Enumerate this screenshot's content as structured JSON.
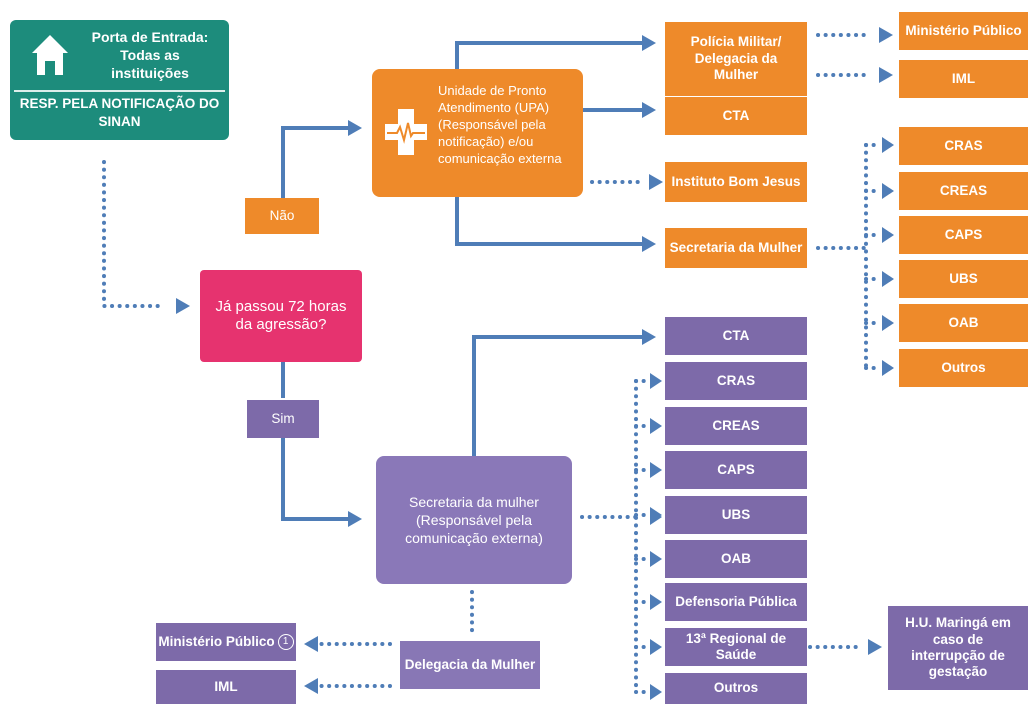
{
  "entry": {
    "title": "Porta de Entrada: Todas as instituições",
    "subtitle": "RESP. PELA NOTIFICAÇÃO DO SINAN",
    "icon": "house-icon"
  },
  "decision": {
    "question": "Já passou 72 horas da agressão?",
    "no_label": "Não",
    "yes_label": "Sim"
  },
  "upa": {
    "text": "Unidade de Pronto Atendimento (UPA) (Responsável pela notificação) e/ou comunicação externa",
    "icon": "hospital-cross-icon"
  },
  "upa_destinations": {
    "policia": "Polícia Militar/ Delegacia  da Mulher",
    "cta": "CTA",
    "instituto": "Instituto Bom Jesus",
    "secretaria": "Secretaria da Mulher"
  },
  "policia_destinations": [
    "Ministério Público",
    "IML"
  ],
  "secretaria_orange_destinations": [
    "CRAS",
    "CREAS",
    "CAPS",
    "UBS",
    "OAB",
    "Outros"
  ],
  "secretaria_mulher": {
    "text": "Secretaria da mulher (Responsável pela comunicação externa)"
  },
  "purple_destinations": [
    "CTA",
    "CRAS",
    "CREAS",
    "CAPS",
    "UBS",
    "OAB",
    "Defensoria Pública",
    "13ª Regional de Saúde",
    "Outros"
  ],
  "hu": "H.U. Maringá em caso de interrupção de gestação",
  "delegacia": "Delegacia da Mulher",
  "delegacia_destinations": {
    "mp": "Ministério Público",
    "mp_marker": "1",
    "iml": "IML"
  },
  "colors": {
    "orange": "#ee8a2a",
    "purple": "#7d6aa9",
    "pink": "#e6336f",
    "teal": "#1d8c7c",
    "arrow": "#4f7db7"
  }
}
